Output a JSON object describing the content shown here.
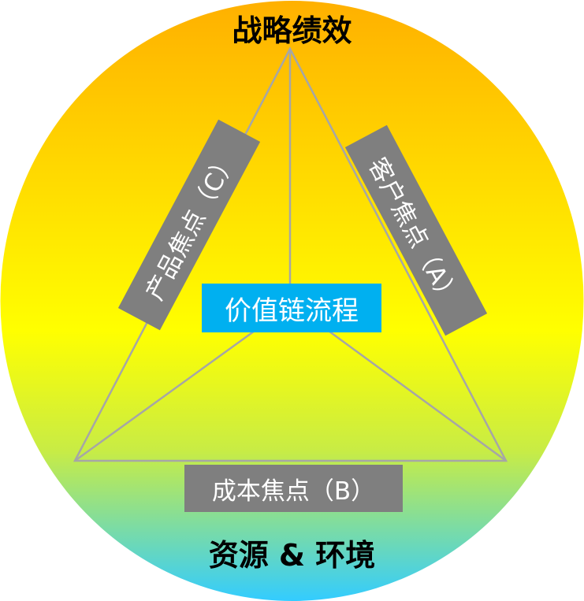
{
  "diagram": {
    "top_label": "战略绩效",
    "bottom_label": "资源 & 环境",
    "center_label": "价值链流程",
    "left_edge_label": "产品焦点（C）",
    "right_edge_label": "客户焦点（A）",
    "bottom_edge_label": "成本焦点（B）"
  },
  "colors": {
    "gradient_top": "#ffb000",
    "gradient_mid": "#ffff00",
    "gradient_bottom": "#33ccff",
    "edge_box": "#7f7f7f",
    "center_box": "#00b0f0",
    "triangle_line": "#a6a6a6"
  }
}
